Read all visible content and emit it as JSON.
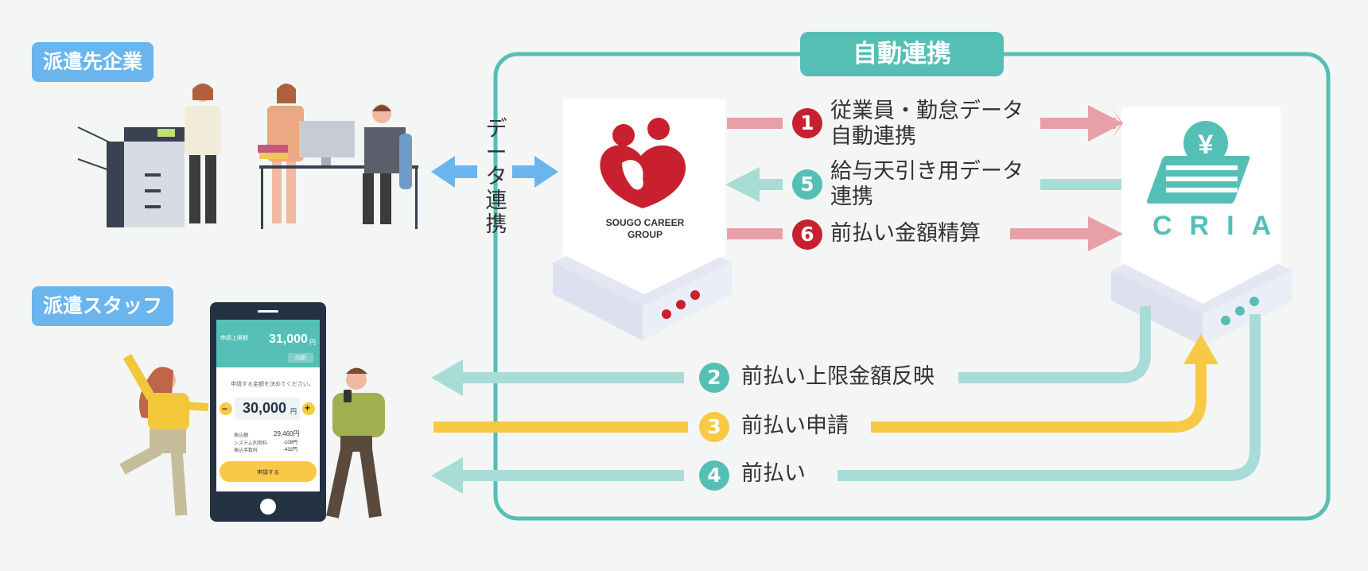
{
  "client_company_label": "派遣先企業",
  "staff_label": "派遣スタッフ",
  "data_link_label": [
    "デ",
    "ー",
    "タ",
    "連",
    "携"
  ],
  "auto_link_title": "自動連携",
  "sougo_logo": {
    "line1": "SOUGO CAREER",
    "line2": "GROUP"
  },
  "cria_logo": "CRIA",
  "steps": [
    {
      "num": "1",
      "line1": "従業員・勤怠データ",
      "line2": "自動連携"
    },
    {
      "num": "5",
      "line1": "給与天引き用データ",
      "line2": "連携"
    },
    {
      "num": "6",
      "line1": "前払い金額精算"
    },
    {
      "num": "2",
      "line1": "前払い上限金額反映"
    },
    {
      "num": "3",
      "line1": "前払い申請"
    },
    {
      "num": "4",
      "line1": "前払い"
    }
  ],
  "phone": {
    "limit_label": "申請上限額",
    "limit_amount": "31,000",
    "yen": "円",
    "prompt": "申請する金額を決めてください。",
    "amount": "30,000",
    "rows": [
      {
        "label": "振込額",
        "value": "29,460円"
      },
      {
        "label": "システム利用料",
        "value": "-108円"
      },
      {
        "label": "振込手数料",
        "value": "-432円"
      }
    ],
    "apply_button": "申請する",
    "detail_button": "内訳"
  },
  "colors": {
    "teal": "#55bfb6",
    "red": "#c8202f",
    "pink": "#e8a0a7",
    "yellow": "#f7c944",
    "blue": "#6ab5ee"
  }
}
